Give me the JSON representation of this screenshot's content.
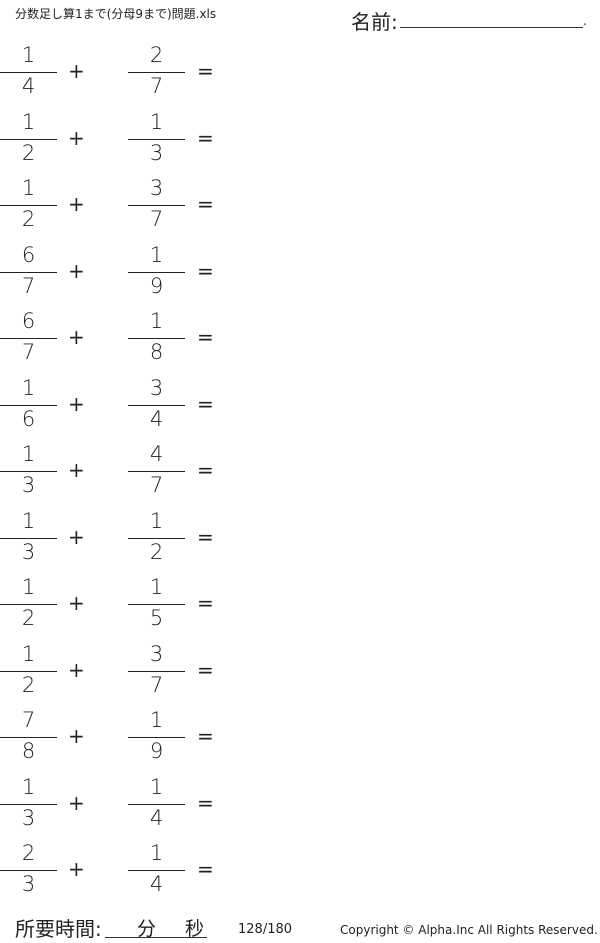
{
  "header": {
    "title": "分数足し算1まで(分母9まで)問題.xls",
    "name_label": "名前:",
    "name_end": "."
  },
  "operators": {
    "plus": "+",
    "equals": "="
  },
  "problems": [
    {
      "a": {
        "num": "1",
        "den": "4"
      },
      "b": {
        "num": "2",
        "den": "7"
      }
    },
    {
      "a": {
        "num": "1",
        "den": "2"
      },
      "b": {
        "num": "1",
        "den": "3"
      }
    },
    {
      "a": {
        "num": "1",
        "den": "2"
      },
      "b": {
        "num": "3",
        "den": "7"
      }
    },
    {
      "a": {
        "num": "6",
        "den": "7"
      },
      "b": {
        "num": "1",
        "den": "9"
      }
    },
    {
      "a": {
        "num": "6",
        "den": "7"
      },
      "b": {
        "num": "1",
        "den": "8"
      }
    },
    {
      "a": {
        "num": "1",
        "den": "6"
      },
      "b": {
        "num": "3",
        "den": "4"
      }
    },
    {
      "a": {
        "num": "1",
        "den": "3"
      },
      "b": {
        "num": "4",
        "den": "7"
      }
    },
    {
      "a": {
        "num": "1",
        "den": "3"
      },
      "b": {
        "num": "1",
        "den": "2"
      }
    },
    {
      "a": {
        "num": "1",
        "den": "2"
      },
      "b": {
        "num": "1",
        "den": "5"
      }
    },
    {
      "a": {
        "num": "1",
        "den": "2"
      },
      "b": {
        "num": "3",
        "den": "7"
      }
    },
    {
      "a": {
        "num": "7",
        "den": "8"
      },
      "b": {
        "num": "1",
        "den": "9"
      }
    },
    {
      "a": {
        "num": "1",
        "den": "3"
      },
      "b": {
        "num": "1",
        "den": "4"
      }
    },
    {
      "a": {
        "num": "2",
        "den": "3"
      },
      "b": {
        "num": "1",
        "den": "4"
      }
    }
  ],
  "footer": {
    "time_label": "所要時間:",
    "minutes": "分",
    "seconds": "秒",
    "page": "128/180",
    "copyright": "Copyright ©  Alpha.Inc All Rights Reserved."
  }
}
